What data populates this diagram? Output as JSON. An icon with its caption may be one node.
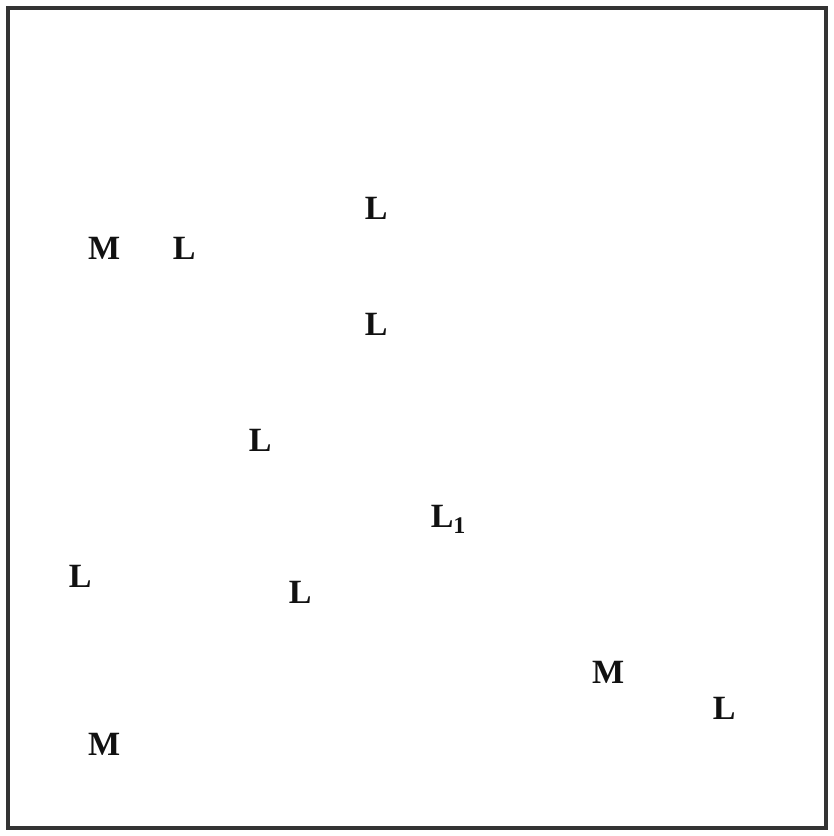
{
  "diagram": {
    "labels": [
      "L",
      "M",
      "L",
      "L",
      "L",
      "L$_{1}$",
      "L",
      "L",
      "M",
      "L",
      "M"
    ]
  }
}
